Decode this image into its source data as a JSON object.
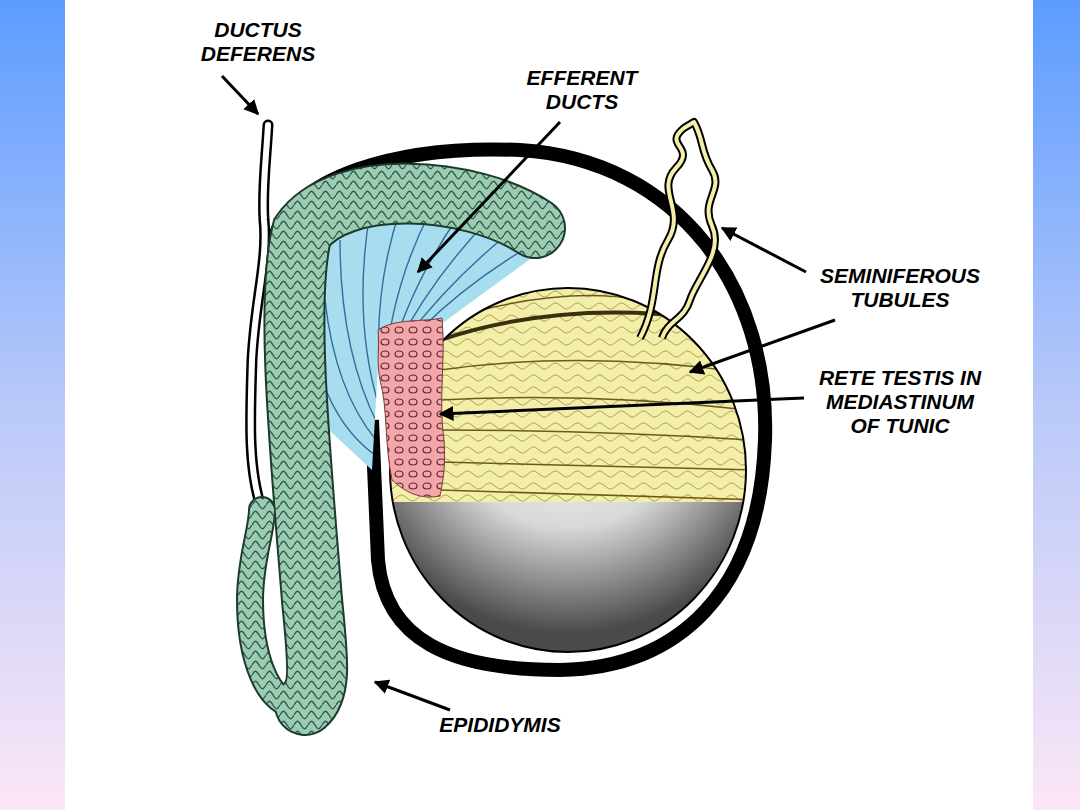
{
  "diagram": {
    "labels": [
      "DUCTUS DEFERENS",
      "EFFERENT DUCTS",
      "SEMINIFEROUS TUBULES",
      "RETE TESTIS IN MEDIASTINUM OF TUNIC",
      "EPIDIDYMIS"
    ]
  }
}
